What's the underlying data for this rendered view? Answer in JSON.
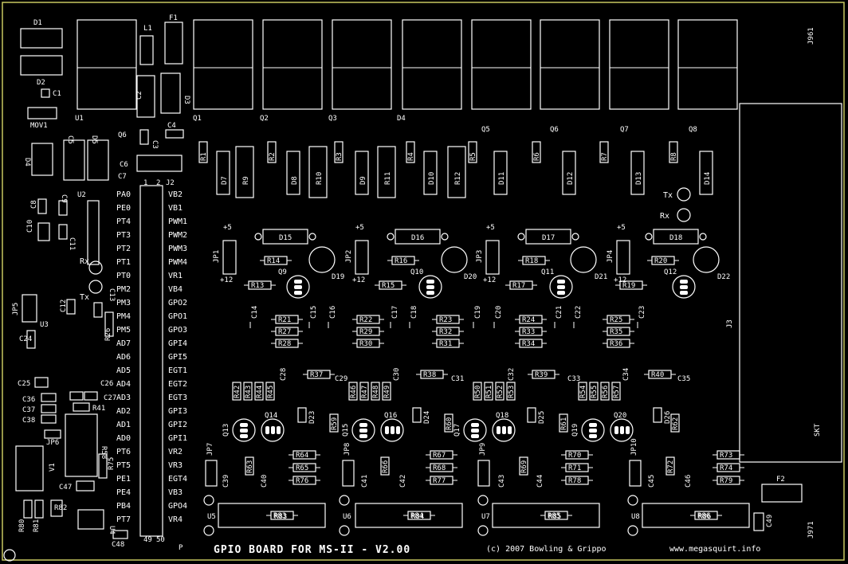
{
  "title": "GPIO BOARD FOR MS-II - V2.00",
  "copyright": "(c) 2007 Bowling & Grippo",
  "website": "www.megasquirt.info",
  "pin_labels_left": [
    "PA0",
    "PE0",
    "PT4",
    "PT3",
    "PT2",
    "PT1",
    "PT0",
    "PM2",
    "PM3",
    "PM4",
    "PM5",
    "AD7",
    "AD6",
    "AD5",
    "AD4",
    "AD3",
    "AD2",
    "AD1",
    "AD0",
    "PT6",
    "PT5",
    "PE1",
    "PE4",
    "PB4",
    "PT7"
  ],
  "pin_labels_right": [
    "VB2",
    "VB1",
    "PWM1",
    "PWM2",
    "PWM3",
    "PWM4",
    "VR1",
    "VB4",
    "GPO2",
    "GPO1",
    "GPO3",
    "GPI4",
    "GPI5",
    "EGT1",
    "EGT2",
    "EGT3",
    "GPI3",
    "GPI2",
    "GPI1",
    "VR2",
    "VR3",
    "EGT4",
    "VB3",
    "GPO4",
    "VR4"
  ],
  "top_blocks": [
    "U1",
    "Q1",
    "Q2",
    "Q3",
    "D4"
  ],
  "top_q_labels": [
    "Q5",
    "Q6",
    "Q7",
    "Q8"
  ],
  "resistors_top": [
    "R1",
    "R2",
    "R3",
    "R4",
    "R5",
    "R6",
    "R7",
    "R8"
  ],
  "diodes_top": [
    "D7",
    "D8",
    "D9",
    "D10",
    "D11",
    "D12",
    "D13",
    "D14"
  ],
  "resistors_top2": [
    "R9",
    "R10",
    "R11",
    "R12"
  ],
  "diodes_mid": [
    "D15",
    "D16",
    "D17",
    "D18"
  ],
  "jumpers": [
    "JP1",
    "JP2",
    "JP3",
    "JP4"
  ],
  "plus5": "+5",
  "plus12": "+12",
  "mid_resistors": [
    "R13",
    "R14",
    "R15",
    "R16",
    "R17",
    "R18",
    "R19",
    "R20"
  ],
  "mid_q": [
    "Q9",
    "Q10",
    "Q11",
    "Q12"
  ],
  "mid_d": [
    "D19",
    "D20",
    "D21",
    "D22"
  ],
  "caps_row": [
    "C14",
    "C15",
    "C16",
    "C17",
    "C18",
    "C19",
    "C20",
    "C21",
    "C22",
    "C23"
  ],
  "res_grid": [
    "R21",
    "R27",
    "R28",
    "R22",
    "R29",
    "R30",
    "R23",
    "R32",
    "R31",
    "R24",
    "R33",
    "R34",
    "R25",
    "R35",
    "R36"
  ],
  "res_row2": [
    "R37",
    "R38",
    "R39",
    "R40"
  ],
  "caps_row2": [
    "C28",
    "C29",
    "C30",
    "C31",
    "C32",
    "C33",
    "C34",
    "C35"
  ],
  "vres_groups": [
    [
      "R42",
      "R43",
      "R44",
      "R45"
    ],
    [
      "R46",
      "R47",
      "R48",
      "R49"
    ],
    [
      "R50",
      "R51",
      "R52",
      "R53"
    ],
    [
      "R54",
      "R55",
      "R56",
      "R57"
    ]
  ],
  "low_q": [
    "Q13",
    "Q14",
    "Q15",
    "Q16",
    "Q17",
    "Q18",
    "Q19",
    "Q20"
  ],
  "low_d": [
    "D23",
    "D24",
    "D25",
    "D26"
  ],
  "low_r": [
    "R59",
    "R60",
    "R61",
    "R62"
  ],
  "res_col3": [
    [
      "R64",
      "R65",
      "R76"
    ],
    [
      "R67",
      "R68",
      "R77"
    ],
    [
      "R70",
      "R71",
      "R78"
    ],
    [
      "R73",
      "R74",
      "R79"
    ]
  ],
  "jp_low": [
    "JP7",
    "JP8",
    "JP9",
    "JP10"
  ],
  "caps_low": [
    "C39",
    "C40",
    "C41",
    "C42",
    "C43",
    "C44",
    "C45",
    "C46"
  ],
  "small_r": [
    "R63",
    "R66",
    "R69",
    "R72"
  ],
  "big_res": [
    "R83",
    "R84",
    "R85",
    "R86"
  ],
  "u_low": [
    "U5",
    "U6",
    "U7",
    "U8"
  ],
  "left_labels": [
    "D1",
    "D2",
    "C1",
    "MOV1",
    "D4",
    "C5",
    "D5",
    "Q6",
    "C3",
    "C4",
    "C6",
    "C7",
    "U2",
    "C8",
    "C9",
    "C10",
    "C11",
    "Rx",
    "Tx",
    "C12",
    "C13",
    "JP5",
    "U3",
    "C24",
    "R26",
    "C25",
    "C36",
    "C37",
    "C38",
    "C26",
    "C27",
    "R41",
    "R58",
    "JP6",
    "V1",
    "R75",
    "C47",
    "R82",
    "R80",
    "R81",
    "U4",
    "C48"
  ],
  "right_labels": [
    "J961",
    "J3",
    "SKT",
    "F2",
    "C49",
    "J971",
    "Tx",
    "Rx"
  ],
  "top_parts": [
    "L1",
    "F1",
    "C2",
    "D3"
  ],
  "conn_label": "J2",
  "pin_nums": [
    "1",
    "2",
    "49",
    "50"
  ]
}
